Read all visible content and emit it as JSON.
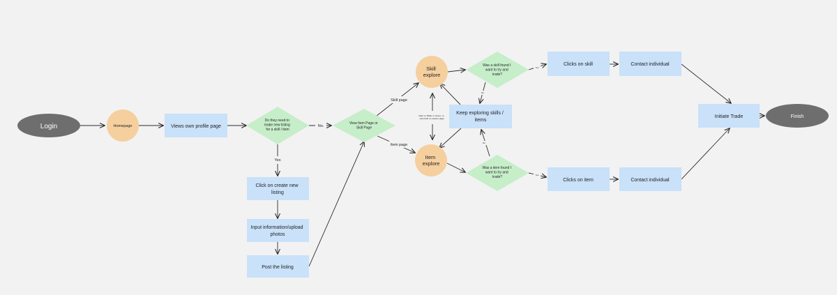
{
  "nodes": {
    "login": "Login",
    "homepage": "Homepage",
    "views_profile": "Views own profile page",
    "need_listing": [
      "Do they need to",
      "make new listing",
      "for a skill / item"
    ],
    "view_item_skill": [
      "View Item Page or",
      "Skill Page"
    ],
    "skill_explore": [
      "Skill",
      "explore"
    ],
    "item_explore": [
      "Item",
      "explore"
    ],
    "skill_found": [
      "Was a skill found I",
      "want to try and",
      "trade?"
    ],
    "item_found": [
      "Was a item found I",
      "want to try and",
      "trade?"
    ],
    "keep_exploring": [
      "Keep exploring skills /",
      "items"
    ],
    "filter_note": [
      "Filter to 'Skills' or 'Items', or",
      "view both on explore page"
    ],
    "clicks_skill": "Clicks on skill",
    "clicks_item": "Clicks on item",
    "contact_top": "Contact individual",
    "contact_bottom": "Contact individual",
    "initiate_trade": "Initiate Trade",
    "finish": "Finish",
    "create_listing": [
      "Click on create new",
      "listing"
    ],
    "input_info": [
      "Input information/upload",
      "photos"
    ],
    "post_listing": "Post the listing"
  },
  "edge_labels": {
    "no": "No.",
    "yes": "Yes",
    "skill_page": "Skill page",
    "item_page": "Item page",
    "skill_yes": "Yes",
    "skill_no": "No",
    "item_yes": "Yes",
    "item_no": "No"
  },
  "colors": {
    "background": "#f2f2f2",
    "terminal": "#6e6e6e",
    "circle": "#f5cf9e",
    "box": "#c9e1f9",
    "diamond": "#c6eec9",
    "line": "#2b2b2b"
  }
}
